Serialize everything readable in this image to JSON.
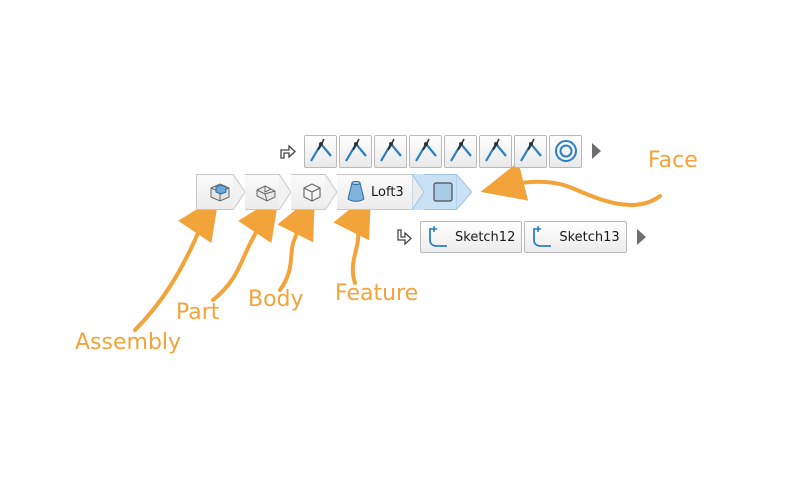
{
  "toolbar": {
    "sketch_buttons": [
      "sketch-icon",
      "sketch-icon",
      "sketch-icon",
      "sketch-icon",
      "sketch-icon",
      "sketch-icon",
      "sketch-icon"
    ],
    "last_button_icon": "concentric-circle-icon"
  },
  "breadcrumb": {
    "items": [
      {
        "icon": "assembly-icon",
        "label": ""
      },
      {
        "icon": "part-icon",
        "label": ""
      },
      {
        "icon": "body-icon",
        "label": ""
      },
      {
        "icon": "loft-feature-icon",
        "label": "Loft3"
      },
      {
        "icon": "face-icon",
        "label": ""
      }
    ]
  },
  "children": {
    "items": [
      {
        "icon": "sketch-profile-icon",
        "label": "Sketch12"
      },
      {
        "icon": "sketch-profile-icon",
        "label": "Sketch13"
      }
    ]
  },
  "annotations": {
    "face": "Face",
    "feature": "Feature",
    "body": "Body",
    "part": "Part",
    "assembly": "Assembly"
  },
  "colors": {
    "annotation": "#f2a33a",
    "face_highlight": "#c9e1f5"
  }
}
